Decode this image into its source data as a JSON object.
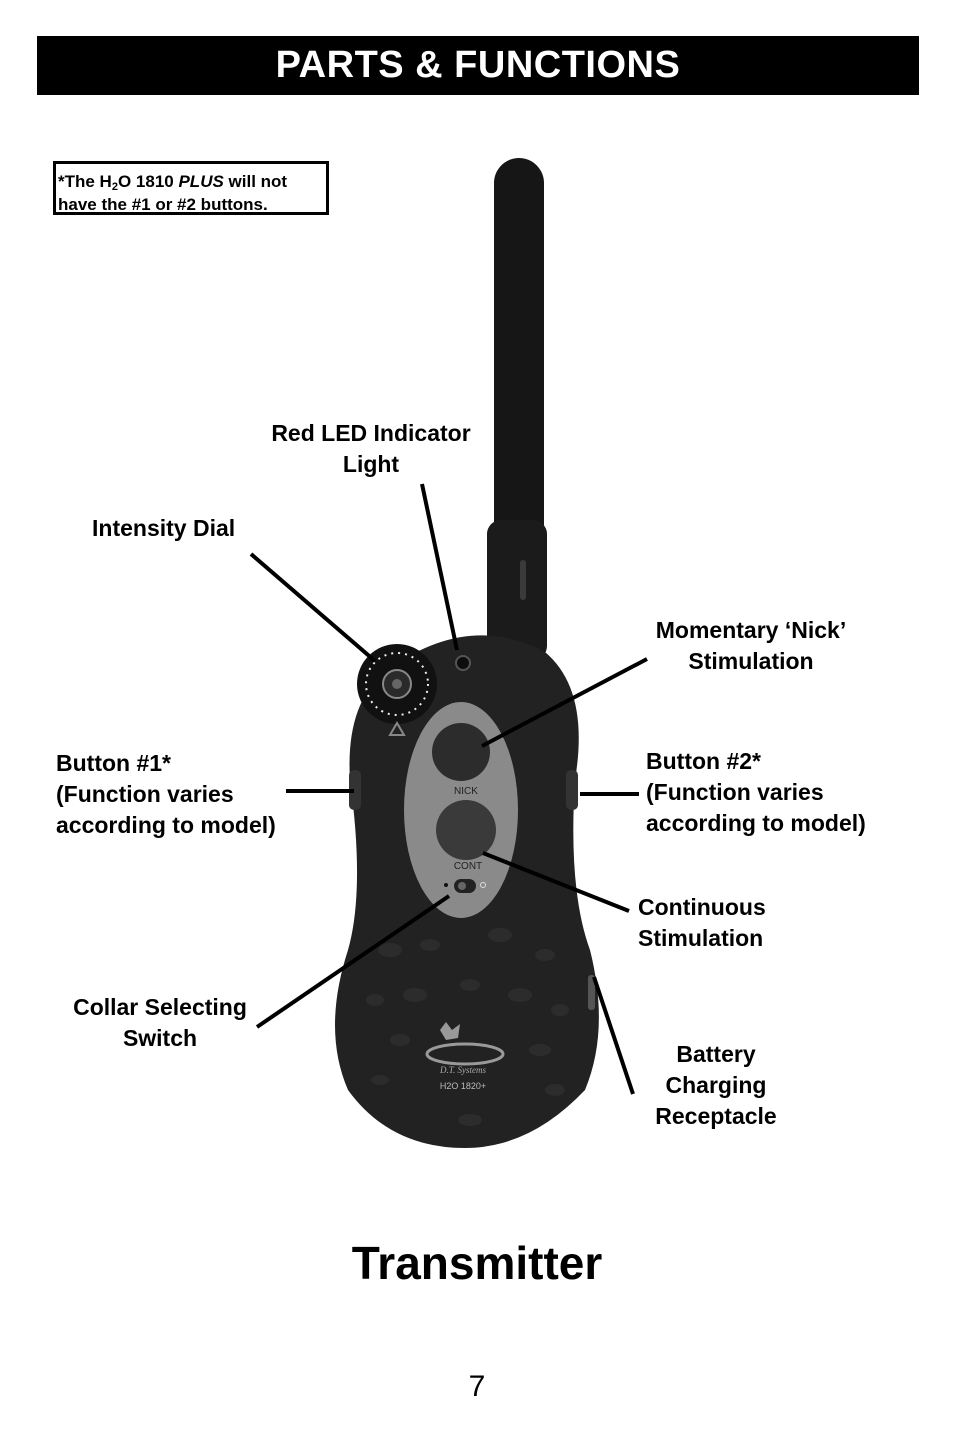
{
  "header": {
    "title": "PARTS & FUNCTIONS"
  },
  "note": {
    "prefix": "*The H",
    "subscript": "2",
    "middle": "O 1810 ",
    "emphasis": "PLUS",
    "suffix": " will not",
    "line2": "have the #1 or #2 buttons."
  },
  "device": {
    "button_nick": "NICK",
    "button_cont": "CONT",
    "brand": "D.T. Systems",
    "model": "H2O 1820+"
  },
  "labels": {
    "red_led": [
      "Red LED Indicator",
      "Light"
    ],
    "intensity_dial": [
      "Intensity Dial"
    ],
    "momentary_nick": [
      "Momentary ‘Nick’",
      "Stimulation"
    ],
    "button1": [
      "Button #1*",
      "(Function varies",
      "according to model)"
    ],
    "button2": [
      "Button #2*",
      "(Function varies",
      "according to model)"
    ],
    "continuous": [
      "Continuous",
      "Stimulation"
    ],
    "collar_switch": [
      "Collar Selecting",
      "Switch"
    ],
    "battery": [
      "Battery",
      "Charging",
      "Receptacle"
    ]
  },
  "title": "Transmitter",
  "page_number": "7"
}
